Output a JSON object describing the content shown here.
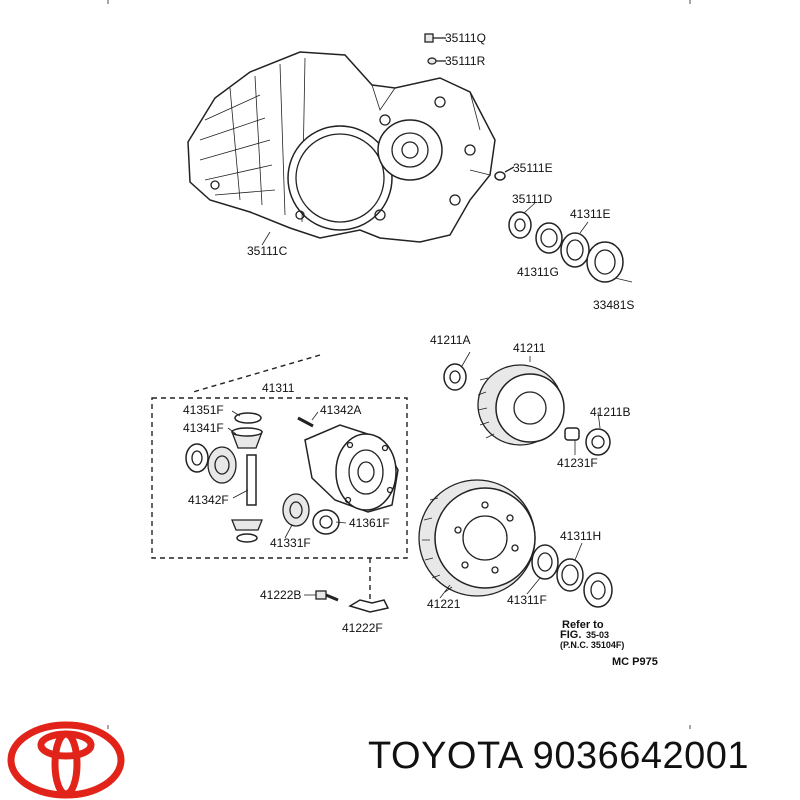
{
  "labels": {
    "l35111Q": "35111Q",
    "l35111R": "35111R",
    "l35111E": "35111E",
    "l35111D": "35111D",
    "l41311E": "41311E",
    "l35111C": "35111C",
    "l41311G": "41311G",
    "l33481S": "33481S",
    "l41211A": "41211A",
    "l41211": "41211",
    "l41311": "41311",
    "l41351F": "41351F",
    "l41342A": "41342A",
    "l41341F": "41341F",
    "l41211B": "41211B",
    "l41342F": "41342F",
    "l41231F": "41231F",
    "l41361F": "41361F",
    "l41331F": "41331F",
    "l41311H": "41311H",
    "l41222B": "41222B",
    "l41311F": "41311F",
    "l41221": "41221",
    "l41222F": "41222F"
  },
  "refer": {
    "line1": "Refer to",
    "line2": "FIG.",
    "fig_num": "35-03",
    "line3": "(P.N.C. 35104F)"
  },
  "diagram_code": "MC P975",
  "brand": {
    "text": "TOYOTA 9036642001",
    "logo_color": "#e2231a"
  }
}
